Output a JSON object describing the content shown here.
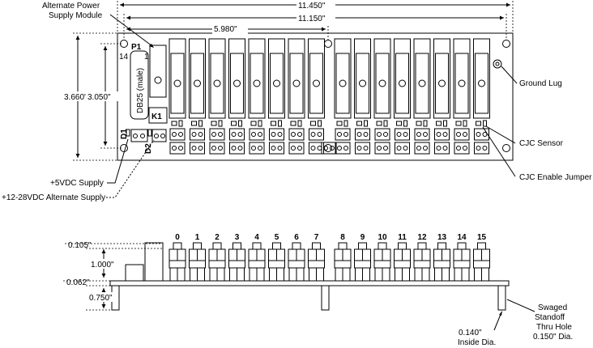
{
  "labels": {
    "alt_power_module": [
      "Alternate Power",
      "Supply Module"
    ],
    "ground_lug": "Ground Lug",
    "cjc_sensor": "CJC Sensor",
    "cjc_enable_jumper": "CJC Enable Jumper",
    "vdc_supply": "+5VDC Supply",
    "alt_supply": "+12-28VDC Alternate Supply",
    "p1": "P1",
    "p1_pin14": "14",
    "p1_pin1": "1",
    "db25": "DB25 (male)",
    "k1": "K1",
    "d1": "D1",
    "d2": "D2",
    "swaged_standoff": [
      "Swaged",
      "Standoff",
      "Thru Hole",
      "0.150\" Dia."
    ],
    "inside_dia": [
      "0.140\"",
      "Inside Dia."
    ]
  },
  "dimensions": {
    "overall_length": "11.450\"",
    "hole_spacing": "11.150\"",
    "mid_hole": "5.980\"",
    "board_height": "3.660\"",
    "hole_height": "3.050\"",
    "top_clearance": "0.105\"",
    "component_height": "1.000\"",
    "board_thickness": "0.062\"",
    "standoff_height": "0.750\""
  },
  "channels": [
    "0",
    "1",
    "2",
    "3",
    "4",
    "5",
    "6",
    "7",
    "8",
    "9",
    "10",
    "11",
    "12",
    "13",
    "14",
    "15"
  ]
}
